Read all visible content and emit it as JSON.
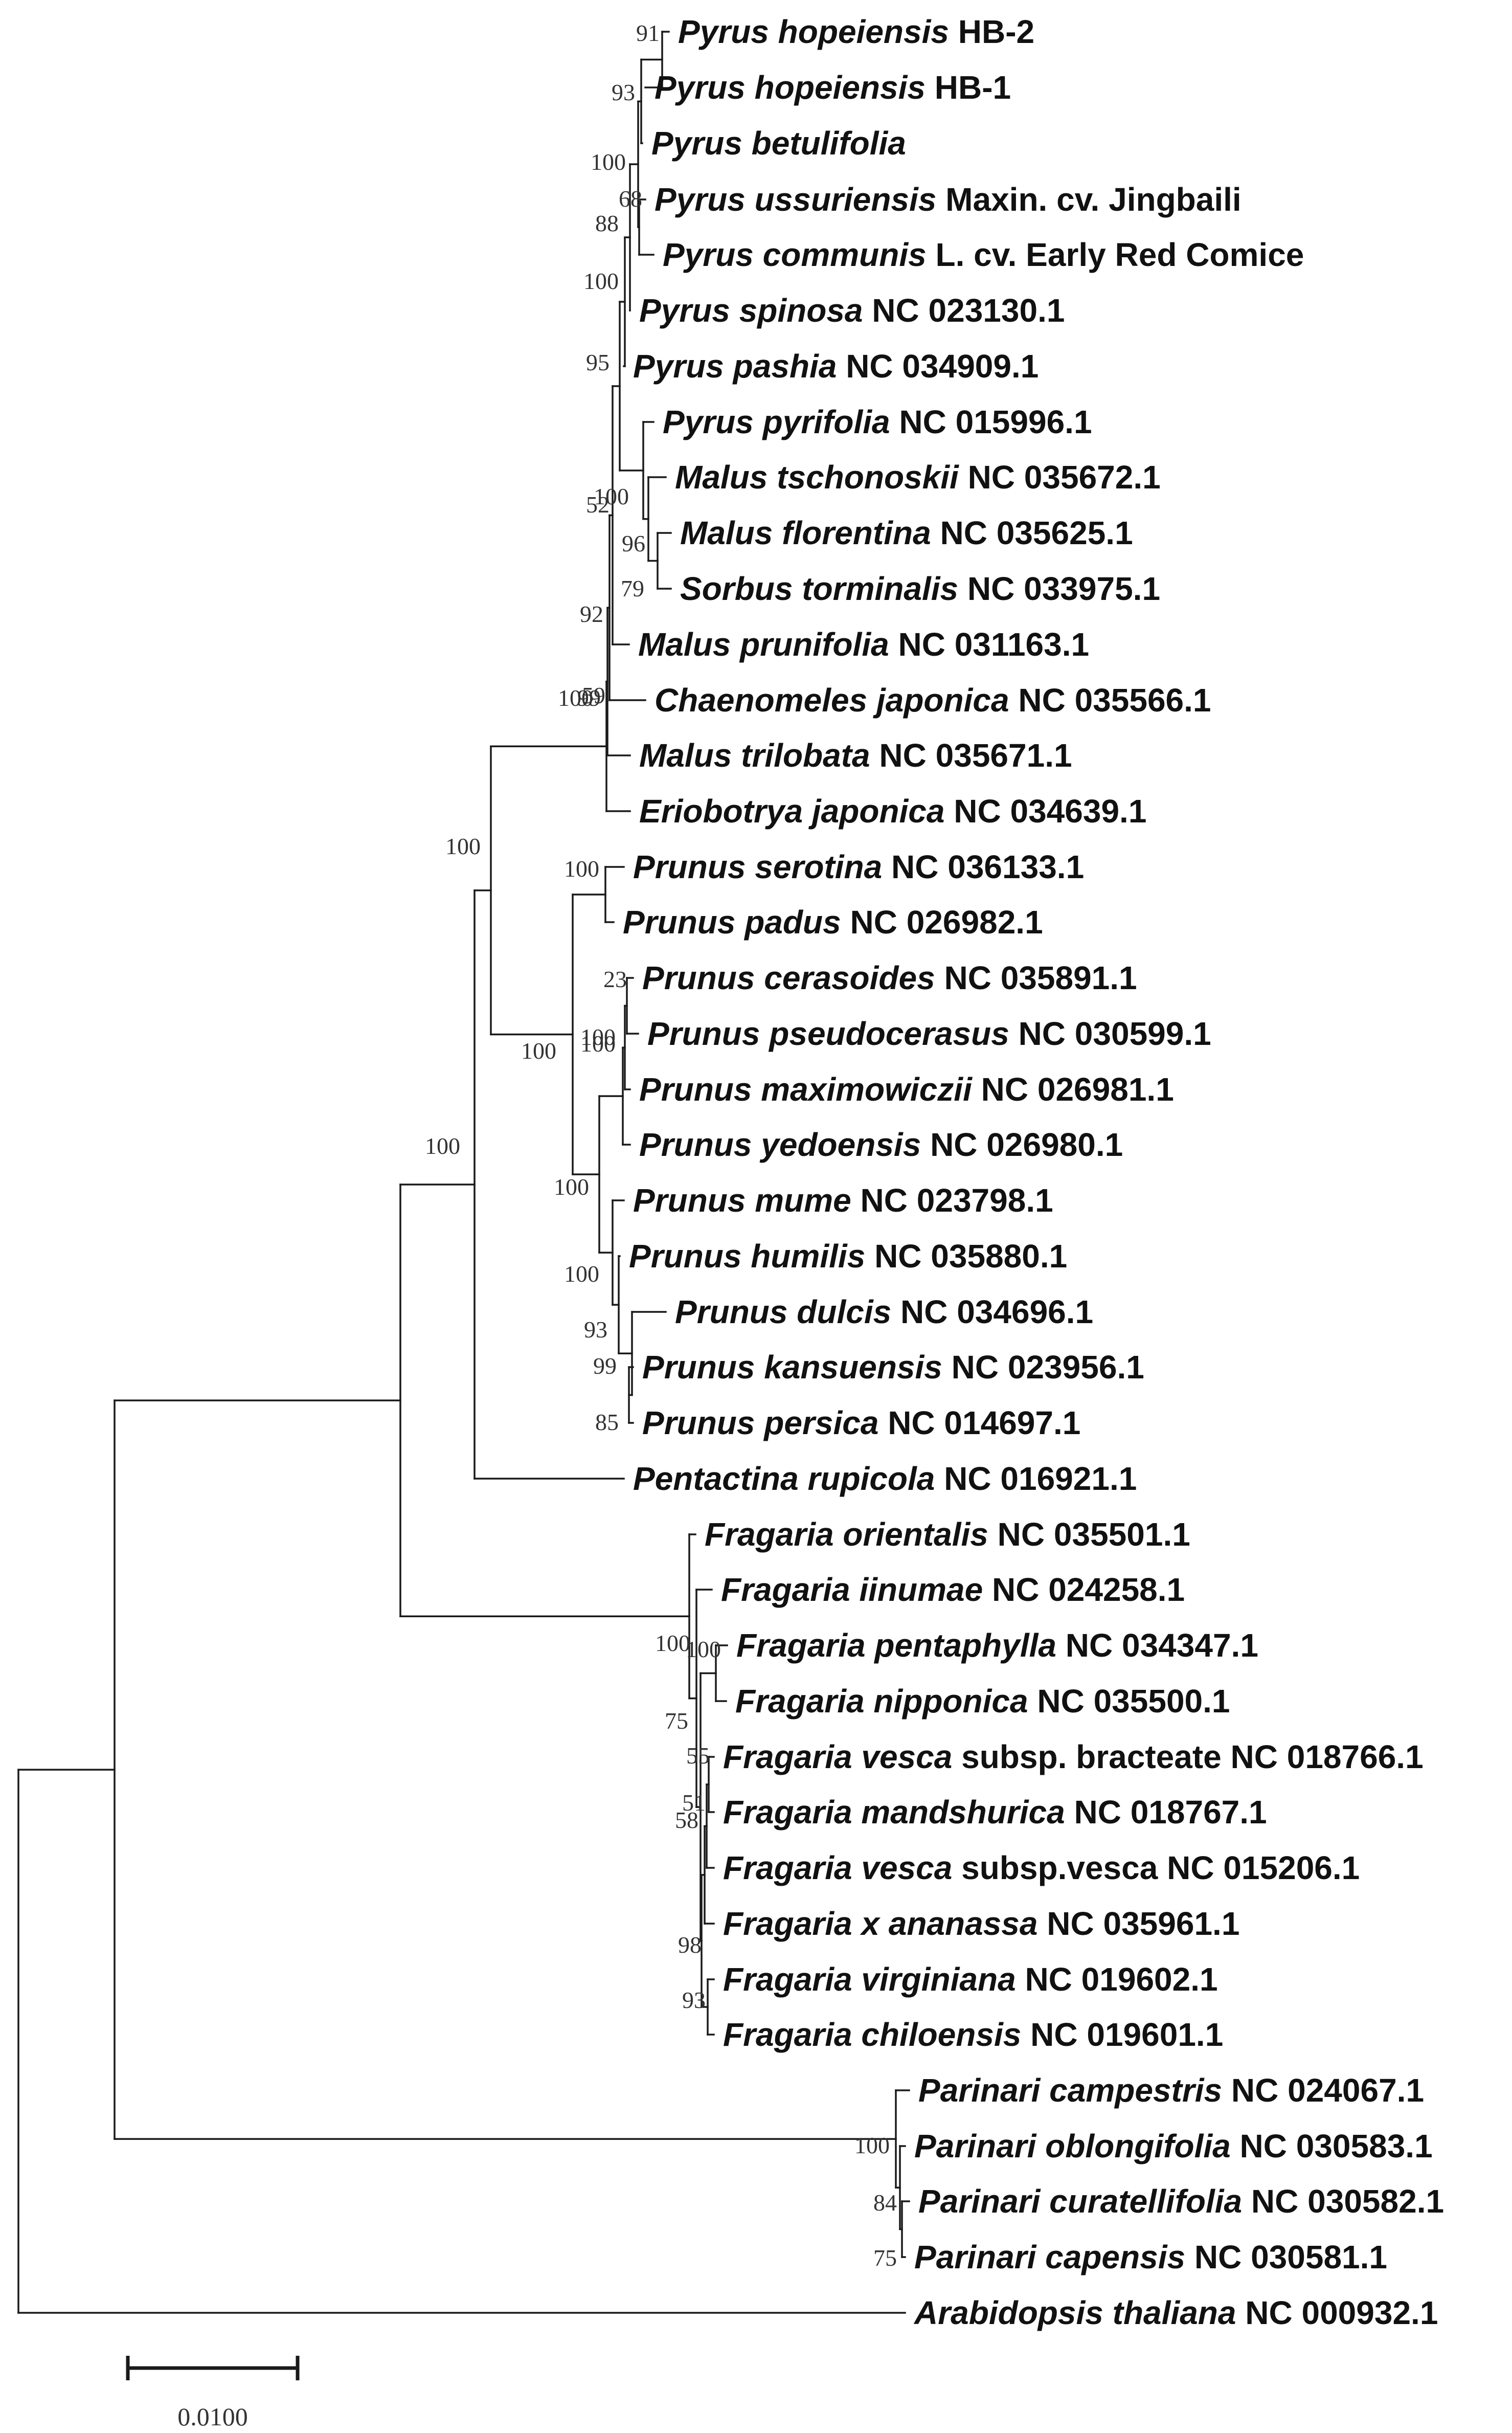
{
  "colors": {
    "line": "#1a1a1a",
    "text": "#111111",
    "support": "#333333",
    "background": "#ffffff"
  },
  "scale_bar": {
    "label": "0.0100"
  },
  "taxa": [
    {
      "id": "t1",
      "name": "Pyrus hopeiensis",
      "rest": " HB-2"
    },
    {
      "id": "t2",
      "name": "Pyrus hopeiensis",
      "rest": " HB-1"
    },
    {
      "id": "t3",
      "name": "Pyrus betulifolia",
      "rest": ""
    },
    {
      "id": "t4",
      "name": "Pyrus ussuriensis",
      "rest": " Maxin. cv. Jingbaili"
    },
    {
      "id": "t5",
      "name": "Pyrus communis",
      "rest": " L. cv. Early Red Comice"
    },
    {
      "id": "t6",
      "name": "Pyrus spinosa",
      "rest": " NC 023130.1"
    },
    {
      "id": "t7",
      "name": "Pyrus pashia",
      "rest": " NC 034909.1"
    },
    {
      "id": "t8",
      "name": "Pyrus pyrifolia",
      "rest": " NC 015996.1"
    },
    {
      "id": "t9",
      "name": "Malus tschonoskii",
      "rest": " NC 035672.1"
    },
    {
      "id": "t10",
      "name": "Malus florentina",
      "rest": " NC 035625.1"
    },
    {
      "id": "t11",
      "name": "Sorbus torminalis",
      "rest": " NC 033975.1"
    },
    {
      "id": "t12",
      "name": "Malus prunifolia",
      "rest": " NC 031163.1"
    },
    {
      "id": "t13",
      "name": "Chaenomeles japonica",
      "rest": " NC 035566.1"
    },
    {
      "id": "t14",
      "name": "Malus trilobata",
      "rest": " NC 035671.1"
    },
    {
      "id": "t15",
      "name": "Eriobotrya japonica",
      "rest": " NC 034639.1"
    },
    {
      "id": "t16",
      "name": "Prunus serotina",
      "rest": " NC 036133.1"
    },
    {
      "id": "t17",
      "name": "Prunus padus",
      "rest": " NC 026982.1"
    },
    {
      "id": "t18",
      "name": "Prunus cerasoides",
      "rest": " NC 035891.1"
    },
    {
      "id": "t19",
      "name": "Prunus pseudocerasus",
      "rest": " NC 030599.1"
    },
    {
      "id": "t20",
      "name": "Prunus maximowiczii",
      "rest": " NC 026981.1"
    },
    {
      "id": "t21",
      "name": "Prunus yedoensis",
      "rest": " NC 026980.1"
    },
    {
      "id": "t22",
      "name": "Prunus mume",
      "rest": " NC 023798.1"
    },
    {
      "id": "t23",
      "name": "Prunus humilis",
      "rest": " NC 035880.1"
    },
    {
      "id": "t24",
      "name": "Prunus dulcis",
      "rest": " NC 034696.1"
    },
    {
      "id": "t25",
      "name": "Prunus kansuensis",
      "rest": " NC 023956.1"
    },
    {
      "id": "t26",
      "name": "Prunus persica",
      "rest": " NC 014697.1"
    },
    {
      "id": "t27",
      "name": "Pentactina rupicola",
      "rest": " NC 016921.1"
    },
    {
      "id": "t28",
      "name": "Fragaria orientalis",
      "rest": " NC 035501.1"
    },
    {
      "id": "t29",
      "name": "Fragaria iinumae",
      "rest": " NC 024258.1"
    },
    {
      "id": "t30",
      "name": "Fragaria pentaphylla",
      "rest": " NC 034347.1"
    },
    {
      "id": "t31",
      "name": "Fragaria nipponica",
      "rest": " NC 035500.1"
    },
    {
      "id": "t32",
      "name": "Fragaria vesca",
      "rest": " subsp. bracteate NC 018766.1"
    },
    {
      "id": "t33",
      "name": "Fragaria mandshurica",
      "rest": " NC 018767.1"
    },
    {
      "id": "t34",
      "name": "Fragaria vesca",
      "rest": " subsp.vesca NC 015206.1"
    },
    {
      "id": "t35",
      "name": "Fragaria x ananassa",
      "rest": " NC 035961.1"
    },
    {
      "id": "t36",
      "name": "Fragaria virginiana",
      "rest": " NC 019602.1"
    },
    {
      "id": "t37",
      "name": "Fragaria chiloensis",
      "rest": " NC 019601.1"
    },
    {
      "id": "t38",
      "name": "Parinari campestris",
      "rest": " NC 024067.1"
    },
    {
      "id": "t39",
      "name": "Parinari oblongifolia",
      "rest": " NC 030583.1"
    },
    {
      "id": "t40",
      "name": "Parinari curatellifolia",
      "rest": " NC 030582.1"
    },
    {
      "id": "t41",
      "name": "Parinari capensis",
      "rest": " NC 030581.1"
    },
    {
      "id": "t42",
      "name": "Arabidopsis thaliana",
      "rest": " NC 000932.1"
    }
  ],
  "nodes": [
    {
      "id": "n_t1t2",
      "support": "91"
    },
    {
      "id": "n_ph",
      "support": "93"
    },
    {
      "id": "n_pbet",
      "support": "100"
    },
    {
      "id": "n_pu_pc",
      "support": "68"
    },
    {
      "id": "n_pyr5",
      "support": "88"
    },
    {
      "id": "n_pyr6",
      "support": "100"
    },
    {
      "id": "n_pyr7",
      "support": "95"
    },
    {
      "id": "n_mf_st",
      "support": "79"
    },
    {
      "id": "n_mt_grp",
      "support": "96"
    },
    {
      "id": "n_pp_grp",
      "support": "100"
    },
    {
      "id": "n_pyr8",
      "support": "52"
    },
    {
      "id": "n_malp",
      "support": "92"
    },
    {
      "id": "n_chae",
      "support": "59"
    },
    {
      "id": "n_maltri",
      "support": "99"
    },
    {
      "id": "n_maleae",
      "support": "100"
    },
    {
      "id": "n_padus",
      "support": "100"
    },
    {
      "id": "n_cer_ps",
      "support": "23"
    },
    {
      "id": "n_cer_grp",
      "support": "100"
    },
    {
      "id": "n_kan_per",
      "support": "85"
    },
    {
      "id": "n_dul_grp",
      "support": "99"
    },
    {
      "id": "n_hum_grp",
      "support": "93"
    },
    {
      "id": "n_mum_grp",
      "support": "100"
    },
    {
      "id": "n_yed_grp",
      "support": "100"
    },
    {
      "id": "n_prun_cer",
      "support": "100"
    },
    {
      "id": "n_prunus",
      "support": "100"
    },
    {
      "id": "n_amyg",
      "support": "100"
    },
    {
      "id": "n_pent",
      "support": "100"
    },
    {
      "id": "n_fvb_fm",
      "support": "51"
    },
    {
      "id": "n_fvb_grp",
      "support": "55"
    },
    {
      "id": "n_fvv_grp",
      "support": "58"
    },
    {
      "id": "n_fvir",
      "support": "93"
    },
    {
      "id": "n_fana",
      "support": "98"
    },
    {
      "id": "n_fpen",
      "support": "75"
    },
    {
      "id": "n_fpn",
      "support": "100"
    },
    {
      "id": "n_fiin",
      "support": "100"
    },
    {
      "id": "n_par_cc",
      "support": "75"
    },
    {
      "id": "n_par_ob",
      "support": "84"
    },
    {
      "id": "n_par",
      "support": "100"
    }
  ]
}
